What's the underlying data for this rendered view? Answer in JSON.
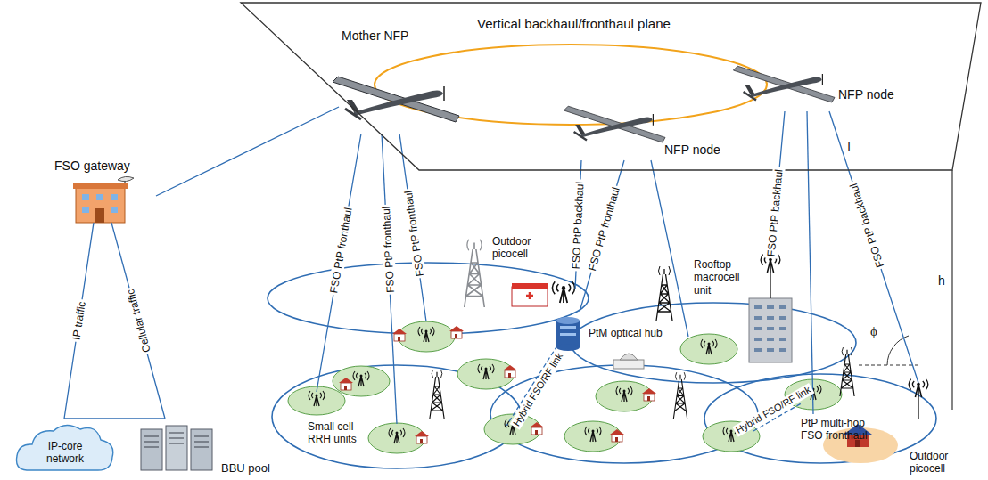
{
  "diagram": {
    "nodes": [
      {
        "text": [
          "Vertical backhaul/fronthaul plane"
        ]
      },
      {
        "text": [
          "Mother NFP"
        ],
        "in": 0
      },
      {
        "text": [
          "NFP node"
        ],
        "in": 0
      },
      {
        "text": [
          "NFP node"
        ],
        "in": 0
      },
      {
        "text": [
          "FSO gateway"
        ]
      },
      {
        "text": [
          "IP-core network"
        ]
      },
      {
        "text": [
          "BBU pool"
        ]
      },
      {
        "text": [
          "Small cell RRH units"
        ]
      },
      {
        "text": [
          "Outdoor picocell"
        ]
      },
      {
        "text": [
          "PtM optical hub"
        ]
      },
      {
        "text": [
          "Rooftop macrocell unit"
        ]
      },
      {
        "text": [
          "PtP multi-hop FSO fronthaul"
        ]
      },
      {
        "text": [
          "Outdoor picocell"
        ]
      }
    ],
    "edges": [
      {
        "from": 1,
        "to": 4,
        "arrow": "none"
      },
      {
        "from": 4,
        "to": 5,
        "label": "IP traffic",
        "arrow": "none"
      },
      {
        "from": 4,
        "to": 6,
        "label": "Cellular traffic",
        "arrow": "none"
      },
      {
        "from": 5,
        "to": 6,
        "arrow": "none"
      },
      {
        "from": 1,
        "to": 7,
        "label": "FSO PtP fronthaul",
        "arrow": "none"
      },
      {
        "from": 2,
        "to": 8,
        "label": "FSO PtP backhaul",
        "arrow": "none"
      },
      {
        "from": 2,
        "to": 9,
        "label": "FSO PtP fronthaul",
        "arrow": "none"
      },
      {
        "from": 3,
        "to": 10,
        "label": "FSO PtP backhaul",
        "arrow": "none"
      },
      {
        "from": 3,
        "to": 11,
        "arrow": "none"
      },
      {
        "from": 3,
        "to": 12,
        "label": "FSO PtP backhaul",
        "arrow": "none"
      }
    ],
    "labels": [
      "FSO PtP fronthaul",
      "FSO PtP fronthaul",
      "Hybrid FSO/RF link",
      "Hybrid FSO/RF link",
      "ϕ",
      "l",
      "h"
    ]
  }
}
